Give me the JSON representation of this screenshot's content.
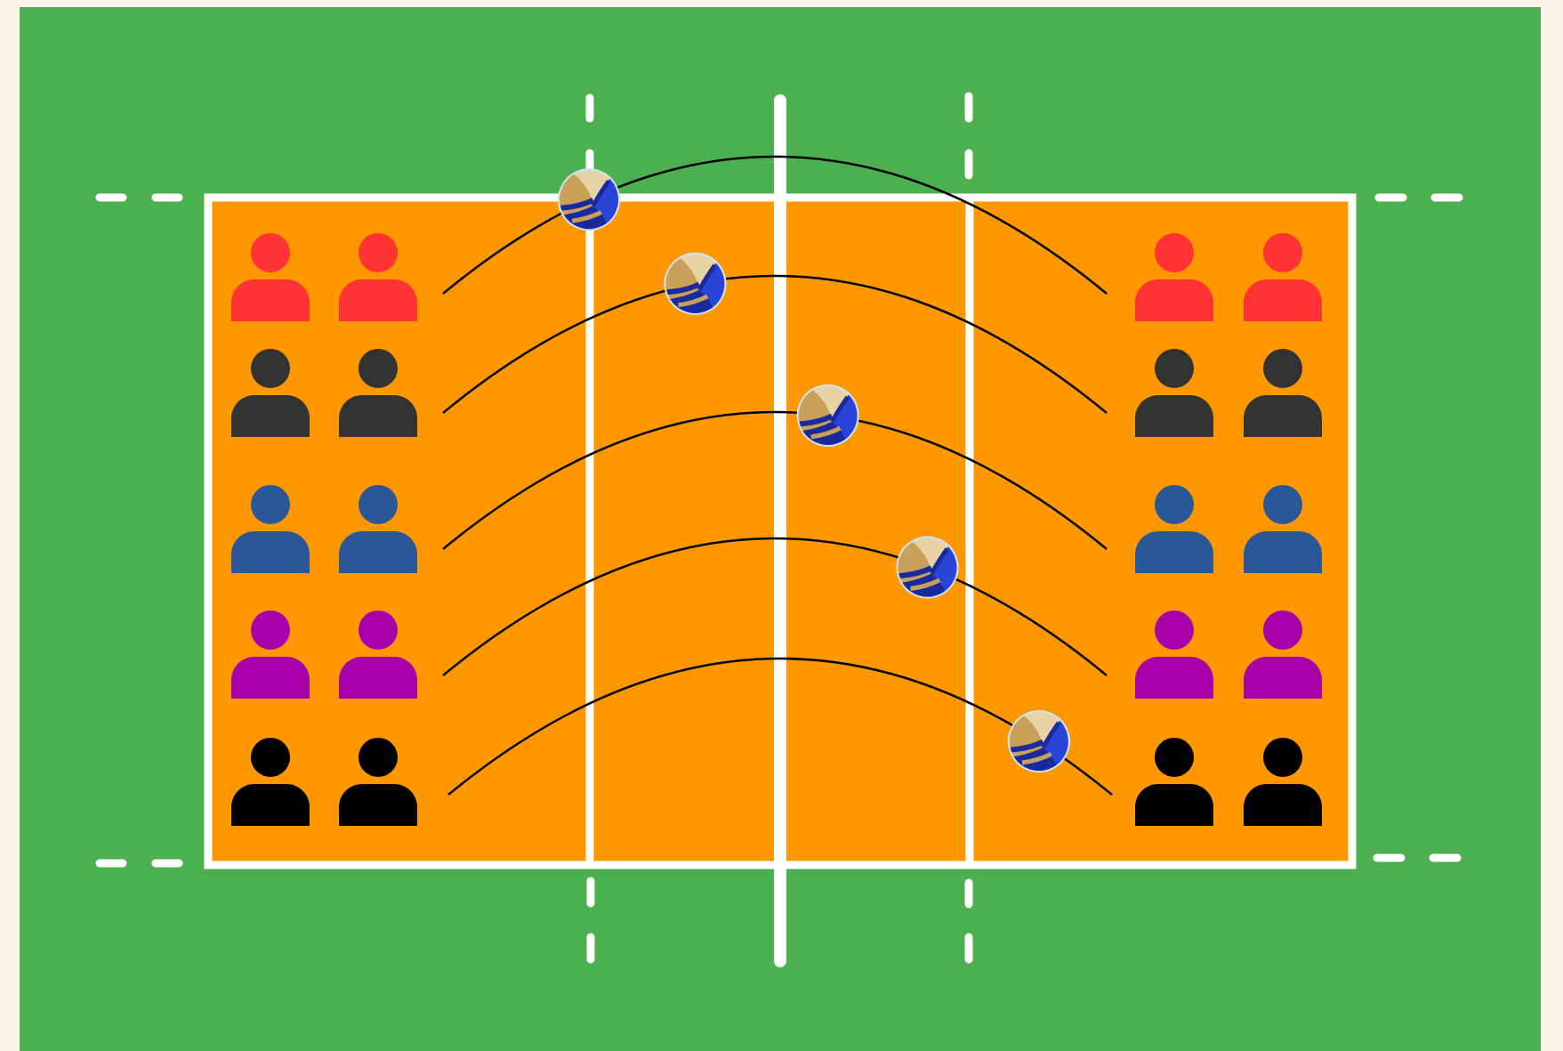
{
  "colors": {
    "page_background": "#fcf3ea",
    "field": "#4caf50",
    "court": "#ff9800",
    "lines": "#ffffff",
    "trajectory": "#000000",
    "ball_panel_dark": "#1a2a9c",
    "ball_panel_blue": "#2a44d8",
    "ball_panel_tan": "#c9a05a",
    "ball_panel_light": "#e7d3a4",
    "ball_highlight": "#cfe3f5"
  },
  "teams": {
    "left": {
      "rows": [
        {
          "color": "#ff3333",
          "players": 2
        },
        {
          "color": "#333333",
          "players": 2
        },
        {
          "color": "#2a5797",
          "players": 2
        },
        {
          "color": "#aa00aa",
          "players": 2
        },
        {
          "color": "#000000",
          "players": 2
        }
      ]
    },
    "right": {
      "rows": [
        {
          "color": "#ff3333",
          "players": 2
        },
        {
          "color": "#333333",
          "players": 2
        },
        {
          "color": "#2a5797",
          "players": 2
        },
        {
          "color": "#aa00aa",
          "players": 2
        },
        {
          "color": "#000000",
          "players": 2
        }
      ]
    }
  },
  "passes": [
    {
      "from_row": 1,
      "to_row": 1,
      "ball_progress": 0.22
    },
    {
      "from_row": 2,
      "to_row": 2,
      "ball_progress": 0.38
    },
    {
      "from_row": 3,
      "to_row": 3,
      "ball_progress": 0.58
    },
    {
      "from_row": 4,
      "to_row": 4,
      "ball_progress": 0.73
    },
    {
      "from_row": 5,
      "to_row": 5,
      "ball_progress": 0.89
    }
  ],
  "icons": {
    "player": "player-icon",
    "ball": "volleyball-icon"
  }
}
